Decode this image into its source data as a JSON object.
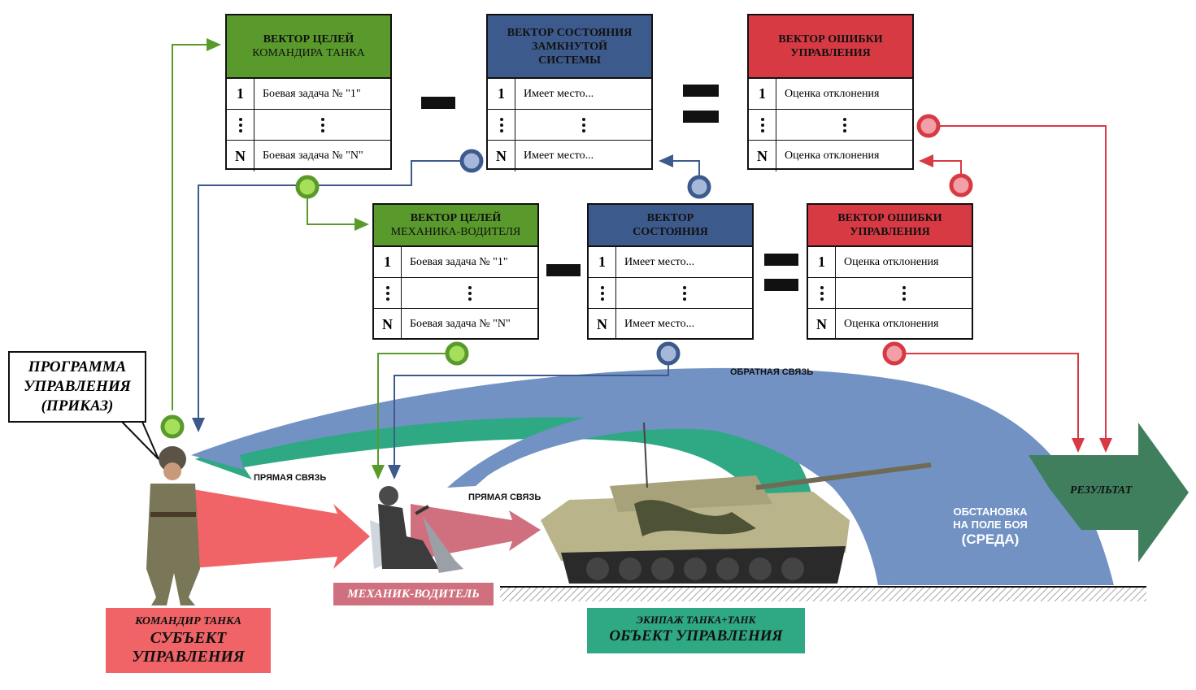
{
  "callout": {
    "line1": "ПРОГРАММА",
    "line2": "УПРАВЛЕНИЯ",
    "line3": "(ПРИКАЗ)"
  },
  "top_row": [
    {
      "title": "ВЕКТОР ЦЕЛЕЙ",
      "subtitle": "КОМАНДИРА ТАНКА",
      "color": "#5a9a2c",
      "rows": [
        {
          "idx": "1",
          "text": "Боевая задача № \"1\""
        },
        {
          "idx": "N",
          "text": "Боевая задача № \"N\""
        }
      ]
    },
    {
      "title": "ВЕКТОР СОСТОЯНИЯ",
      "subtitle": "ЗАМКНУТОЙ",
      "subtitle2": "СИСТЕМЫ",
      "color": "#3d5a8c",
      "rows": [
        {
          "idx": "1",
          "text": "Имеет место..."
        },
        {
          "idx": "N",
          "text": "Имеет место..."
        }
      ]
    },
    {
      "title": "ВЕКТОР ОШИБКИ",
      "subtitle": "УПРАВЛЕНИЯ",
      "color": "#d83a44",
      "rows": [
        {
          "idx": "1",
          "text": "Оценка отклонения"
        },
        {
          "idx": "N",
          "text": "Оценка отклонения"
        }
      ]
    }
  ],
  "mid_row": [
    {
      "title": "ВЕКТОР ЦЕЛЕЙ",
      "subtitle": "МЕХАНИКА-ВОДИТЕЛЯ",
      "color": "#5a9a2c",
      "rows": [
        {
          "idx": "1",
          "text": "Боевая задача № \"1\""
        },
        {
          "idx": "N",
          "text": "Боевая задача № \"N\""
        }
      ]
    },
    {
      "title": "ВЕКТОР",
      "subtitle": "СОСТОЯНИЯ",
      "color": "#3d5a8c",
      "rows": [
        {
          "idx": "1",
          "text": "Имеет место..."
        },
        {
          "idx": "N",
          "text": "Имеет место..."
        }
      ]
    },
    {
      "title": "ВЕКТОР ОШИБКИ",
      "subtitle": "УПРАВЛЕНИЯ",
      "color": "#d83a44",
      "rows": [
        {
          "idx": "1",
          "text": "Оценка отклонения"
        },
        {
          "idx": "N",
          "text": "Оценка отклонения"
        }
      ]
    }
  ],
  "labels": {
    "feedback": "ОБРАТНАЯ СВЯЗЬ",
    "direct1": "ПРЯМАЯ СВЯЗЬ",
    "direct2": "ПРЯМАЯ СВЯЗЬ",
    "env1": "ОБСТАНОВКА",
    "env2": "НА ПОЛЕ БОЯ",
    "env3": "(СРЕДА)",
    "result": "РЕЗУЛЬТАТ"
  },
  "plates": {
    "commander": {
      "line1": "КОМАНДИР ТАНКА",
      "line2": "СУБЪЕКТ",
      "line3": "УПРАВЛЕНИЯ",
      "color": "#f06468"
    },
    "driver": {
      "line1": "МЕХАНИК-ВОДИТЕЛЬ",
      "color": "#d0707e"
    },
    "object": {
      "line1": "ЭКИПАЖ ТАНКА+ТАНК",
      "line2": "ОБЪЕКТ УПРАВЛЕНИЯ",
      "color": "#2fa884"
    }
  },
  "colors": {
    "green": "#5a9a2c",
    "blue": "#3d5a8c",
    "red": "#d83a44",
    "feedback_blue": "#7292c4",
    "teal": "#2fa884",
    "result_green": "#3f7f5e"
  }
}
